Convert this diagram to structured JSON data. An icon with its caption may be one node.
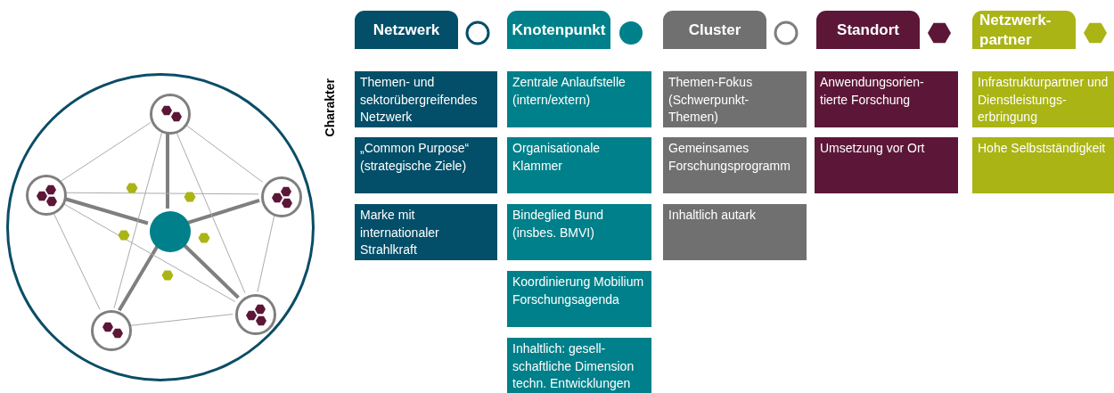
{
  "diagram": {
    "nodes": [
      {
        "text": [],
        "shape": "circle"
      },
      {
        "text": [],
        "shape": "circle",
        "in": 0
      },
      {
        "text": [],
        "shape": "circle",
        "in": 0
      },
      {
        "text": [],
        "shape": "circle",
        "in": 0
      },
      {
        "text": [],
        "shape": "circle",
        "in": 0
      },
      {
        "text": [],
        "shape": "circle",
        "in": 0
      },
      {
        "text": [],
        "shape": "circle",
        "in": 0
      },
      {
        "text": [
          "Netzwerk"
        ]
      },
      {
        "text": [
          "Knotenpunkt"
        ]
      },
      {
        "text": [
          "Cluster"
        ]
      },
      {
        "text": [
          "Standort"
        ]
      },
      {
        "text": [
          "Netzwerk- partner"
        ]
      },
      {
        "text": [
          "Themen- und sektorübergreifendes Netzwerk"
        ]
      },
      {
        "text": [
          "Zentrale Anlaufstelle (intern/extern)"
        ]
      },
      {
        "text": [
          "Themen-Fokus (Schwerpunkt- Themen)"
        ]
      },
      {
        "text": [
          "Anwendungsorien- tierte Forschung"
        ]
      },
      {
        "text": [
          "Infrastrukturpartner und Dienstleistungs- erbringung"
        ]
      },
      {
        "text": [
          "„Common Purpose“ (strategische Ziele)"
        ]
      },
      {
        "text": [
          "Organisationale Klammer"
        ]
      },
      {
        "text": [
          "Gemeinsames Forschungsprogramm"
        ]
      },
      {
        "text": [
          "Umsetzung vor Ort"
        ]
      },
      {
        "text": [
          "Hohe Selbstständigkeit"
        ]
      },
      {
        "text": [
          "Marke mit internationaler Strahlkraft"
        ]
      },
      {
        "text": [
          "Bindeglied Bund (insbes. BMVI)"
        ]
      },
      {
        "text": [
          "Inhaltlich autark"
        ]
      },
      {
        "text": [
          "Koordinierung Mobilium Forschungsagenda"
        ]
      },
      {
        "text": [
          "Inhaltlich: gesell- schaftliche Dimension techn. Entwicklungen"
        ]
      }
    ],
    "edges": [
      {
        "from": 1,
        "to": 2,
        "arrow": "none",
        "style": "thick",
        "color": "#7f7f7f"
      },
      {
        "from": 1,
        "to": 3,
        "arrow": "none",
        "style": "thick",
        "color": "#7f7f7f"
      },
      {
        "from": 1,
        "to": 4,
        "arrow": "none",
        "style": "thick",
        "color": "#7f7f7f"
      },
      {
        "from": 1,
        "to": 5,
        "arrow": "none",
        "style": "thick",
        "color": "#7f7f7f"
      },
      {
        "from": 1,
        "to": 6,
        "arrow": "none",
        "style": "thick",
        "color": "#7f7f7f"
      },
      {
        "from": 2,
        "to": 3,
        "arrow": "none"
      },
      {
        "from": 2,
        "to": 4,
        "arrow": "none"
      },
      {
        "from": 2,
        "to": 5,
        "arrow": "none"
      },
      {
        "from": 2,
        "to": 6,
        "arrow": "none"
      },
      {
        "from": 3,
        "to": 4,
        "arrow": "none"
      },
      {
        "from": 3,
        "to": 5,
        "arrow": "none"
      },
      {
        "from": 3,
        "to": 6,
        "arrow": "none"
      },
      {
        "from": 4,
        "to": 6,
        "arrow": "none"
      },
      {
        "from": 5,
        "to": 6,
        "arrow": "none"
      }
    ],
    "labels": [
      "Charakter"
    ]
  }
}
